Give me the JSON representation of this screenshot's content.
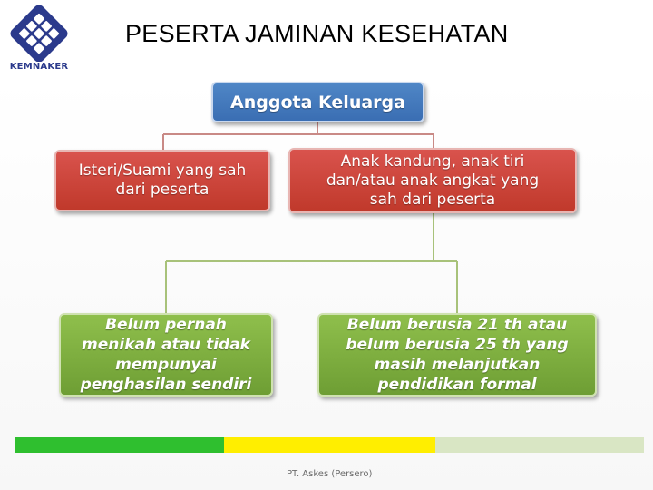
{
  "header": {
    "logo_text": "KEMNAKER",
    "title": "PESERTA JAMINAN KESEHATAN"
  },
  "diagram": {
    "root": "Anggota Keluarga",
    "level1": [
      "Isteri/Suami yang sah\ndari peserta",
      "Anak kandung, anak tiri\ndan/atau anak angkat yang\nsah dari peserta"
    ],
    "level2": [
      "Belum pernah\nmenikah atau tidak\nmempunyai\npenghasilan sendiri",
      "Belum berusia 21 th atau\nbelum berusia 25  th yang\nmasih melanjutkan\npendidikan formal"
    ]
  },
  "footer": {
    "text": "PT. Askes (Persero)",
    "bar_colors": [
      "#2fbf2f",
      "#ffee00",
      "#d9e6c4"
    ]
  }
}
